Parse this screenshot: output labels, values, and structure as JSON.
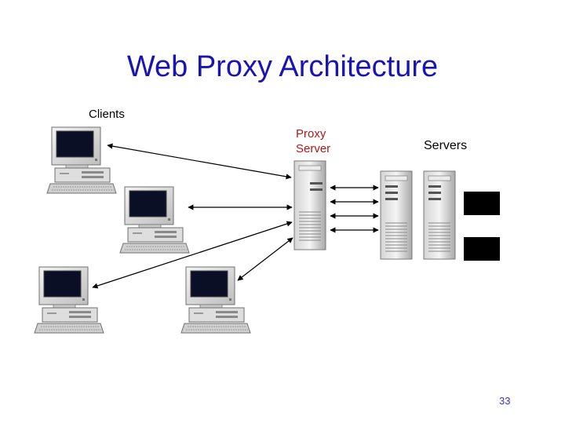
{
  "title": "Web Proxy Architecture",
  "labels": {
    "clients": "Clients",
    "proxy_server_line1": "Proxy",
    "proxy_server_line2": "Server",
    "servers": "Servers"
  },
  "page_number": "33",
  "colors": {
    "title": "#1a14b4",
    "proxy_label": "#b01818",
    "page_number": "#3535c8"
  }
}
